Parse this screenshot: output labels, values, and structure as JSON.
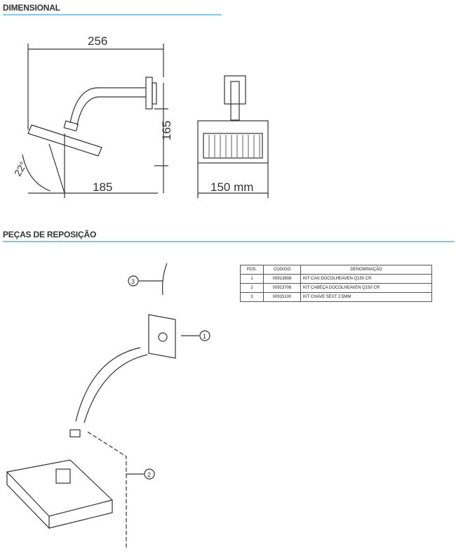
{
  "sections": {
    "dimensional": "DIMENSIONAL",
    "parts": "PEÇAS DE REPOSIÇÃO"
  },
  "dimensions": {
    "width_total": "256",
    "height": "165",
    "reach": "185",
    "head_size": "150 mm",
    "angle": "22°"
  },
  "callouts": [
    "1",
    "2",
    "3"
  ],
  "table": {
    "headers": [
      "POS.",
      "CODIGO",
      "DENOMINAÇÃO"
    ],
    "rows": [
      [
        "1",
        "00913808",
        "KIT CAN DOCOLHEAVEN Q150 CR"
      ],
      [
        "2",
        "00913706",
        "KIT CABEÇA DOCOLHEAVEN Q150 CR"
      ],
      [
        "3",
        "00915100",
        "KIT CHAVE SEXT 2,5MM"
      ]
    ]
  }
}
